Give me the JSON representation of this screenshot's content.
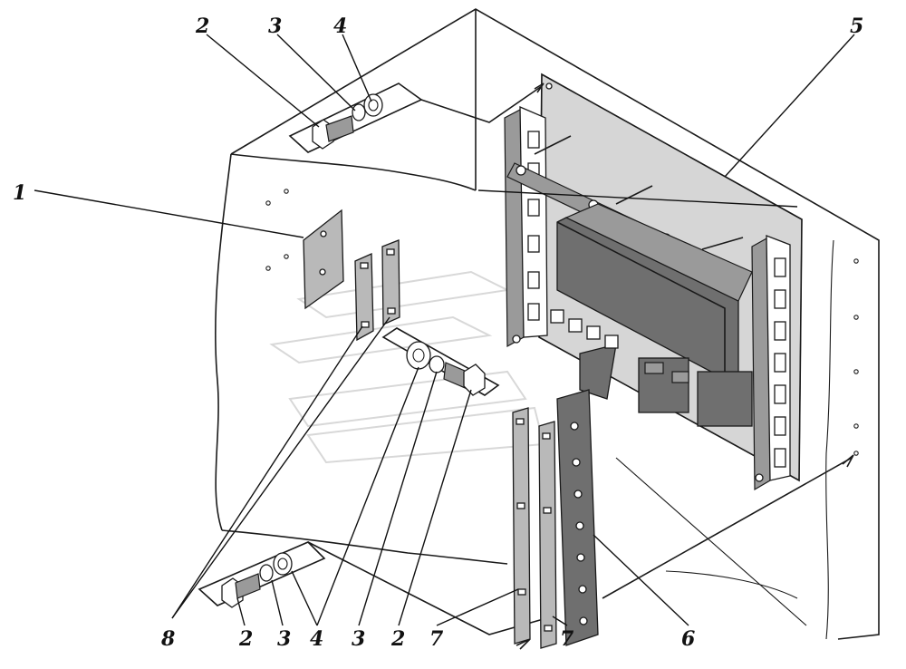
{
  "callouts": {
    "c1": "1",
    "c2_top": "2",
    "c3_top": "3",
    "c4_top": "4",
    "c5": "5",
    "c8": "8",
    "c2_bottom": "2",
    "c3_bottom": "3",
    "c4_bottom": "4",
    "c3_mid": "3",
    "c2_mid": "2",
    "c7_left": "7",
    "c7_right": "7",
    "c6": "6",
    "c4_mid": "4"
  },
  "colors": {
    "line": "#1a1a1a",
    "fill_gray": "#b9b9b9",
    "fill_dark": "#6f6f6f",
    "background": "#ffffff"
  }
}
